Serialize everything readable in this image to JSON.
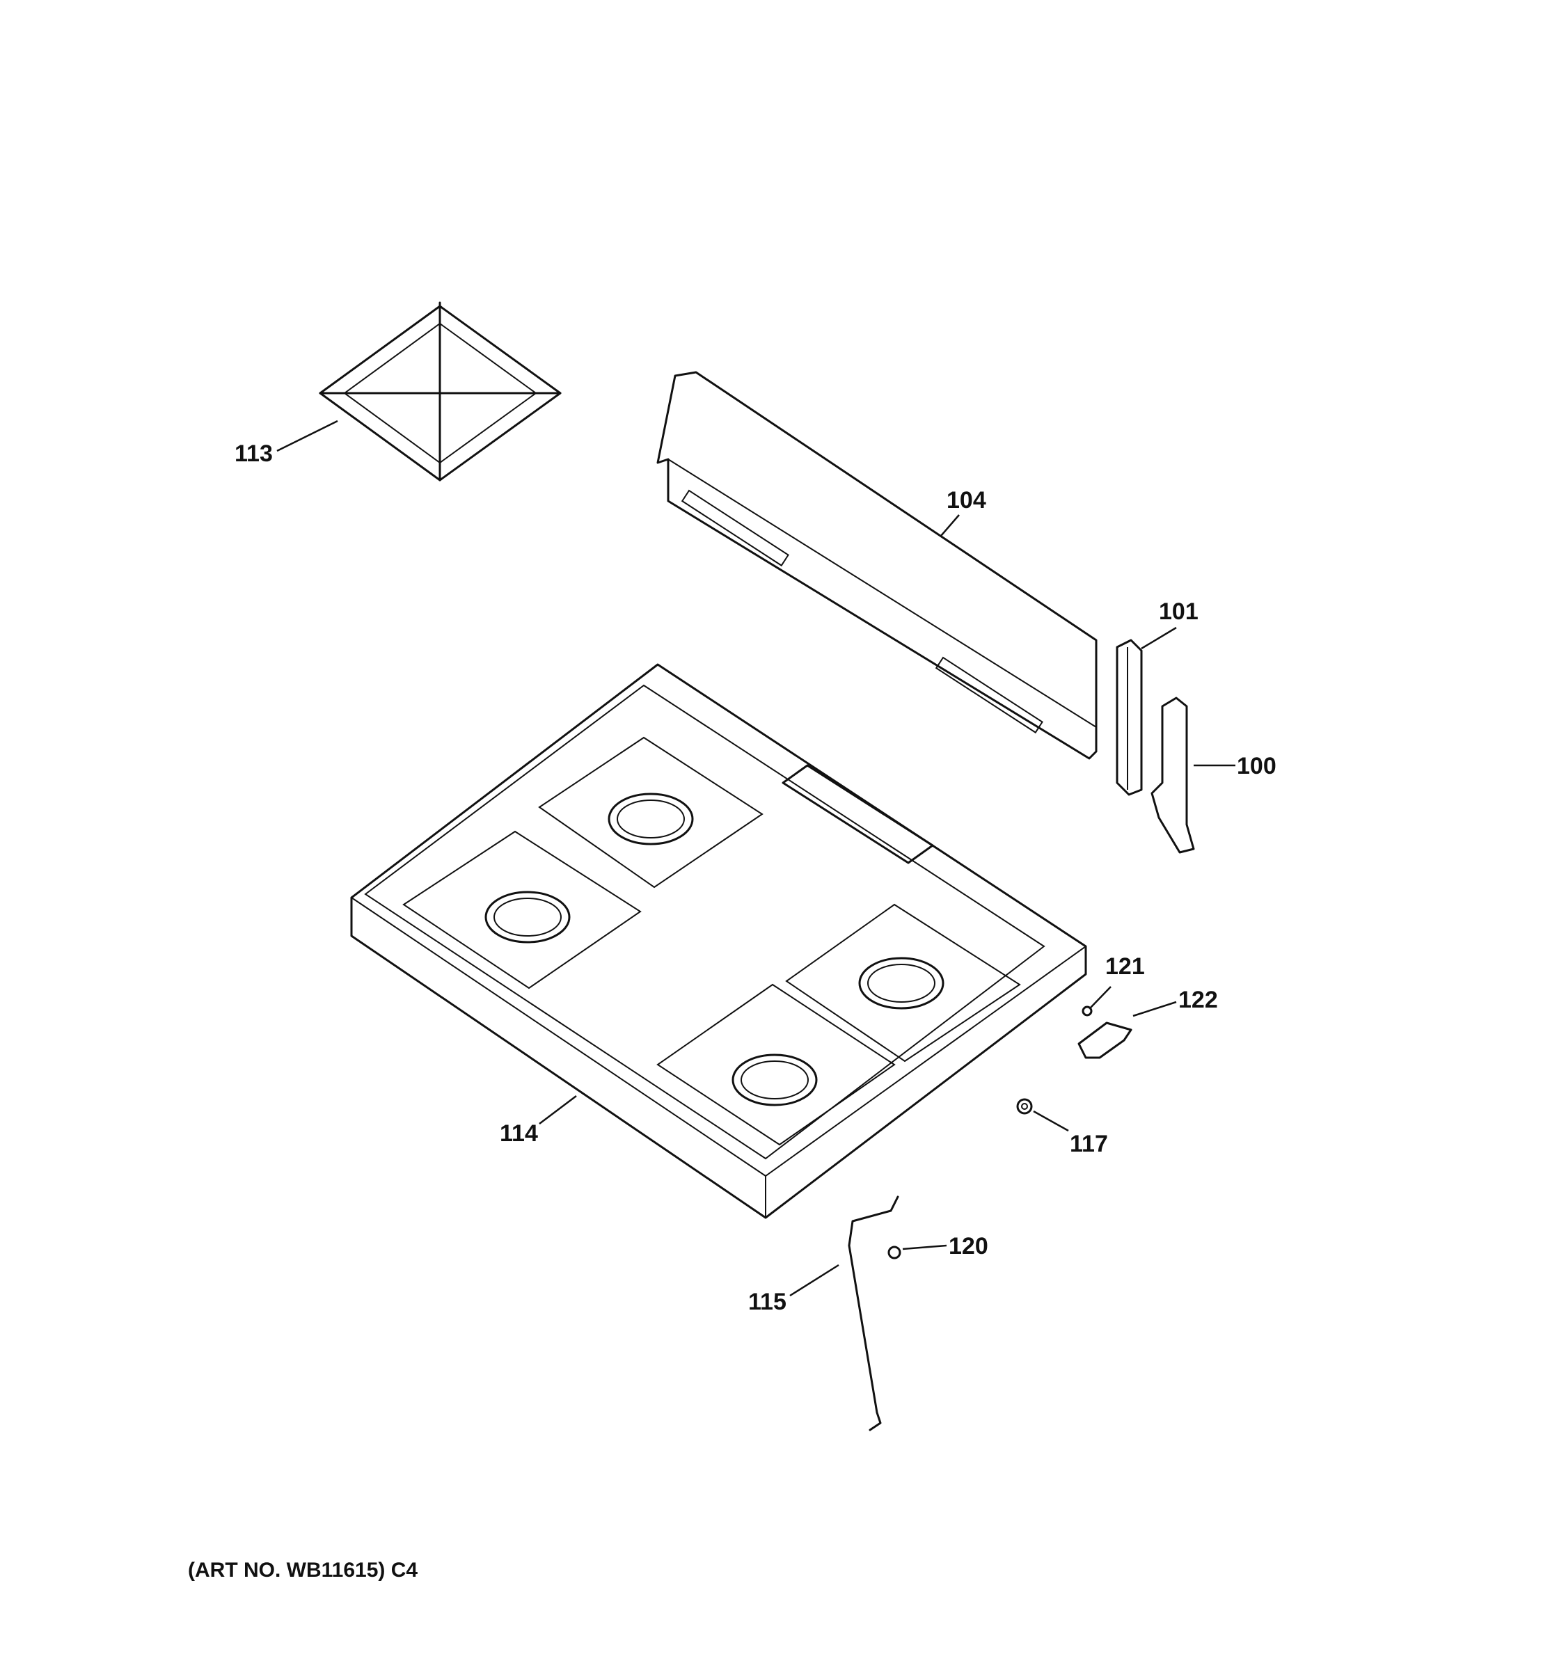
{
  "callouts": {
    "c113": "113",
    "c104": "104",
    "c101": "101",
    "c100": "100",
    "c121": "121",
    "c122": "122",
    "c114": "114",
    "c117": "117",
    "c120": "120",
    "c115": "115"
  },
  "footer": {
    "art_number": "(ART NO. WB11615) C4"
  }
}
